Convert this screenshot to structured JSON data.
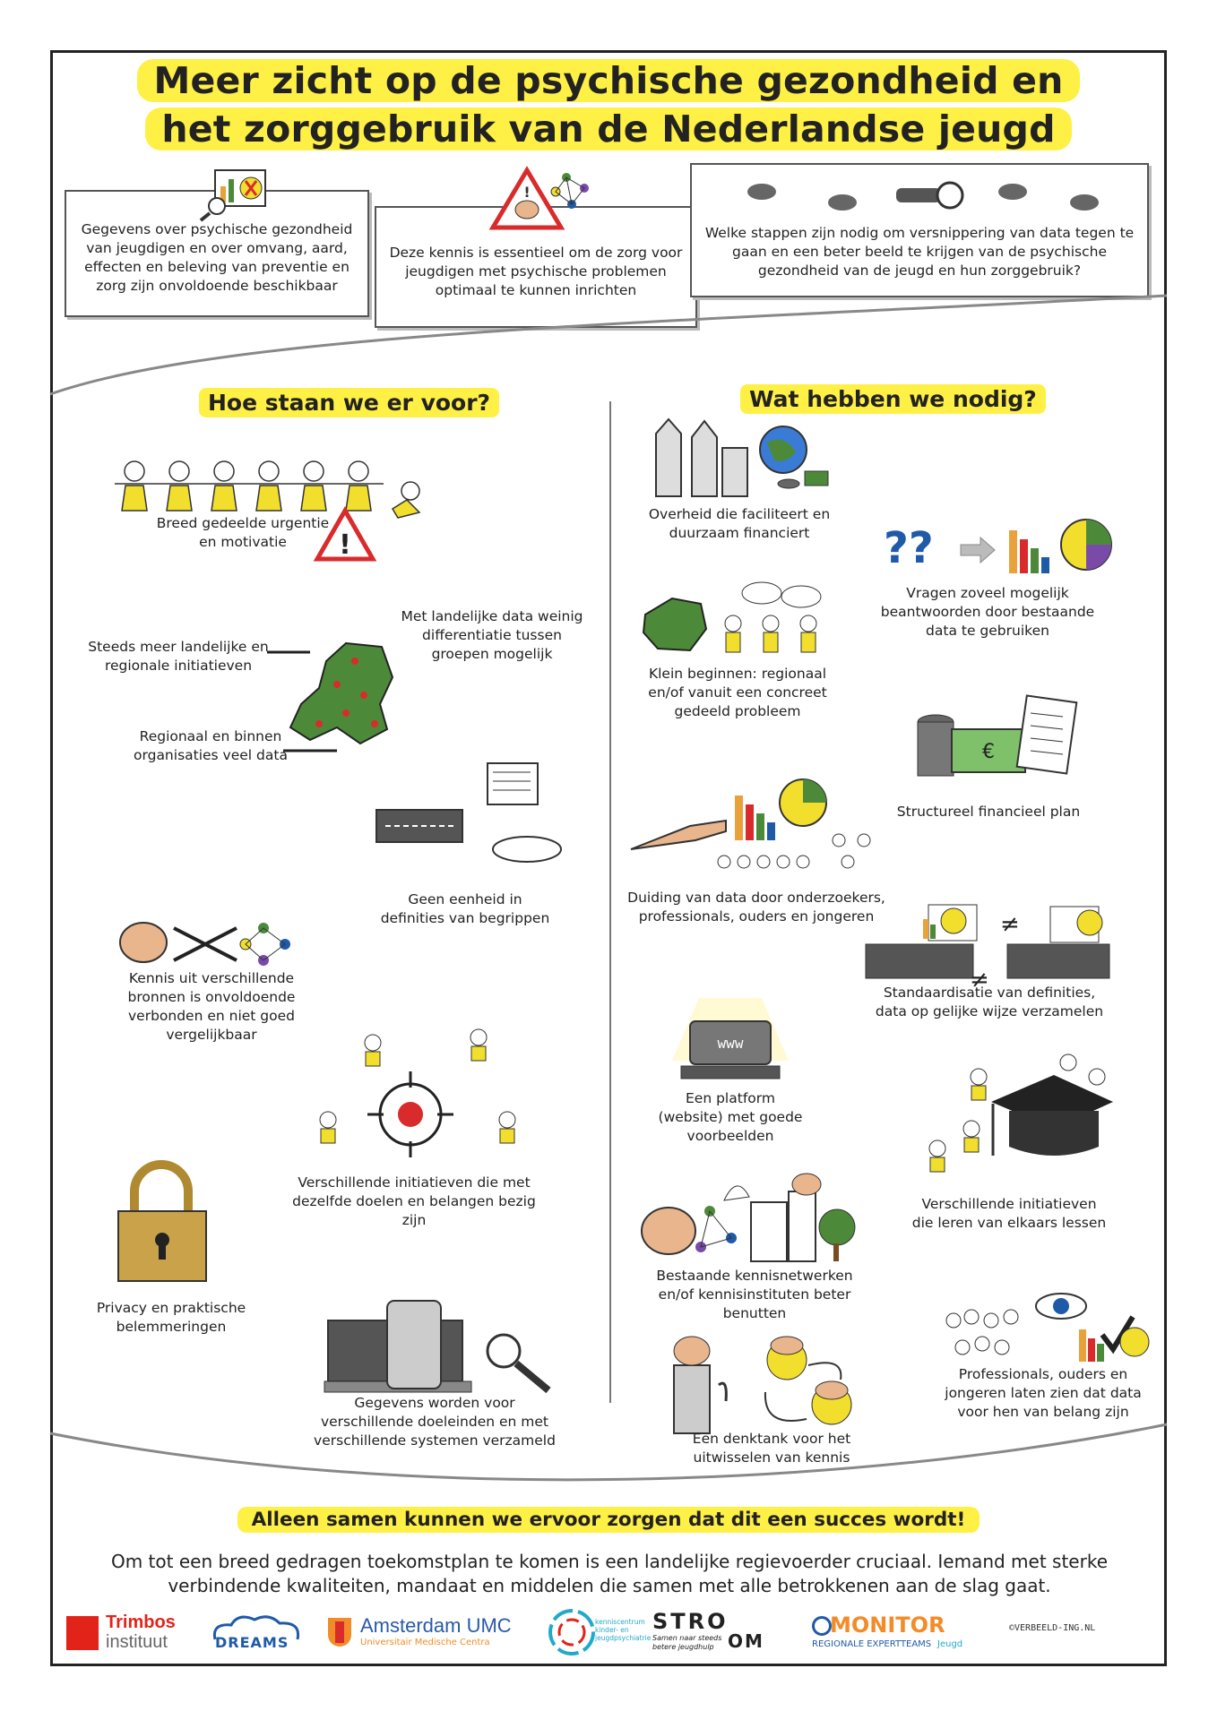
{
  "title": {
    "line1": "Meer zicht op de psychische gezondheid en",
    "line2": "het zorggebruik van de Nederlandse jeugd"
  },
  "intro_boxes": [
    {
      "text": "Gegevens over psychische gezondheid van jeugdigen en over omvang, aard, effecten en beleving van preventie en zorg zijn onvoldoende beschikbaar"
    },
    {
      "text": "Deze kennis is essentieel om de zorg voor jeugdigen met psychische problemen optimaal te kunnen inrichten"
    },
    {
      "text": "Welke stappen zijn nodig om versnippering van data tegen te gaan en een beter beeld te krijgen van de psychische gezondheid van de jeugd en hun zorggebruik?"
    }
  ],
  "left": {
    "heading": "Hoe staan we er voor?",
    "items": {
      "urgency": "Breed gedeelde urgentie en motivatie",
      "landelijk": "Met landelijke data weinig differentiatie tussen groepen mogelijk",
      "initiatieven": "Steeds meer landelijke en regionale initiatieven",
      "regionaal": "Regionaal en binnen organisaties veel data",
      "eenheid": "Geen eenheid in definities van begrippen",
      "kennis": "Kennis uit verschillende bronnen is onvoldoende verbonden en niet goed vergelijkbaar",
      "doelen": "Verschillende initiatieven die met dezelfde doelen en belangen bezig zijn",
      "privacy": "Privacy en praktische belemmeringen",
      "systemen": "Gegevens worden voor verschillende doeleinden en met verschillende systemen verzameld"
    }
  },
  "right": {
    "heading": "Wat hebben we nodig?",
    "items": {
      "overheid": "Overheid die faciliteert en duurzaam financiert",
      "vragen": "Vragen zoveel mogelijk beantwoorden door bestaande data te gebruiken",
      "klein": "Klein beginnen: regionaal en/of vanuit een concreet gedeeld probleem",
      "financieel": "Structureel financieel plan",
      "duiding": "Duiding van data door onderzoekers, professionals, ouders en jongeren",
      "standaard": "Standaardisatie van definities, data op gelijke wijze verzamelen",
      "platform": "Een platform (website) met goede voorbeelden",
      "leren": "Verschillende initiatieven die leren van elkaars lessen",
      "netwerken": "Bestaande kennisnetwerken en/of kennisinstituten beter benutten",
      "professionals": "Professionals, ouders en jongeren laten zien dat data voor hen van belang zijn",
      "denktank": "Een denktank voor het uitwisselen van kennis"
    }
  },
  "footer": {
    "heading": "Alleen samen kunnen we ervoor zorgen dat dit een succes wordt!",
    "text": "Om tot een breed gedragen toekomstplan te komen is een landelijke regievoerder cruciaal. Iemand met sterke verbindende kwaliteiten, mandaat en middelen die samen met alle betrokkenen aan de slag gaat."
  },
  "logos": {
    "trimbos_1": "Trimbos",
    "trimbos_2": "instituut",
    "dreams": "DREAMS",
    "amsterdam_1": "Amsterdam UMC",
    "amsterdam_2": "Universitair Medische Centra",
    "kenniscentrum": "kenniscentrum kinder- en jeugdpsychiatrie",
    "stroom_1": "STRO",
    "stroom_2": "OM",
    "stroom_sub": "Samen naar steeds betere jeugdhulp",
    "monitor_1": "MONITOR",
    "monitor_2": "REGIONALE EXPERTTEAMS",
    "monitor_3": "Jeugd",
    "verbeeld": "©VERBEELD-ING.NL"
  },
  "icons": {
    "www": "www",
    "euro": "€"
  },
  "colors": {
    "highlight": "#fff045",
    "figure_yellow": "#f2de2c",
    "map_green": "#4c8a3a",
    "warning_red": "#d92b2b",
    "trimbos_red": "#e2231a",
    "dreams_blue": "#1f5aa8",
    "amsterdam_blue": "#2a5aa6",
    "monitor_orange": "#f28c28"
  }
}
